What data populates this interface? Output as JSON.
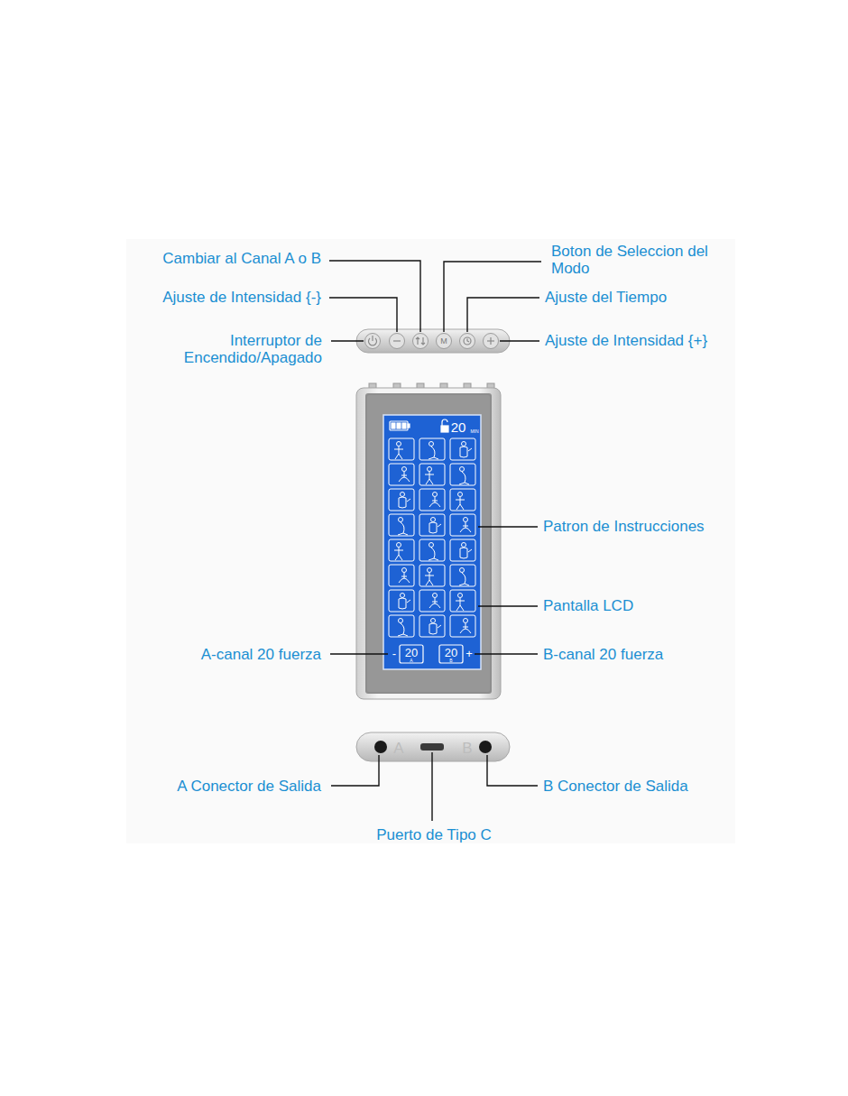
{
  "diagram": {
    "labels": [
      "Cambiar al Canal A o B",
      "Boton de Seleccion del Modo",
      "Ajuste de Intensidad {-}",
      "Ajuste del Tiempo",
      "Interruptor de Encendido/Apagado",
      "Ajuste de Intensidad {+}",
      "Patron de Instrucciones",
      "Pantalla LCD",
      "A-canal 20 fuerza",
      "B-canal 20 fuerza",
      "A Conector de Salida",
      "B Conector de Salida",
      "Puerto de Tipo C",
      "M",
      "20",
      "MIN",
      "-",
      "20",
      "A",
      "20",
      "B",
      "+",
      "A",
      "B"
    ]
  }
}
